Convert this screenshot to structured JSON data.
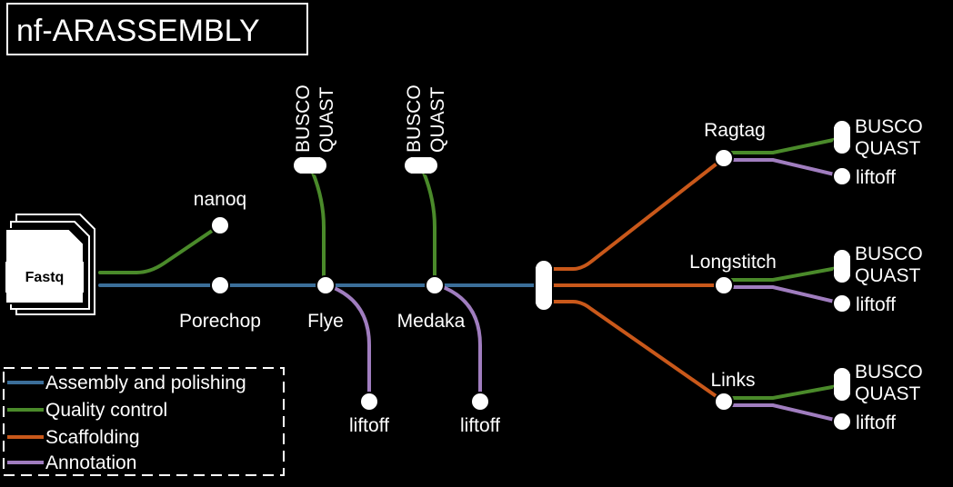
{
  "title": "nf-ARASSEMBLY",
  "colors": {
    "assembly": "#3b6e99",
    "qc": "#4a8a2a",
    "scaffolding": "#c9581a",
    "annotation": "#a07dbf"
  },
  "input": {
    "label": "Fastq",
    "icon": "document-stack-icon"
  },
  "nodes": {
    "nanoq": "nanoq",
    "porechop": "Porechop",
    "flye": "Flye",
    "medaka": "Medaka",
    "flye_busco": "BUSCO",
    "flye_quast": "QUAST",
    "medaka_busco": "BUSCO",
    "medaka_quast": "QUAST",
    "flye_liftoff": "liftoff",
    "medaka_liftoff": "liftoff",
    "ragtag": "Ragtag",
    "longstitch": "Longstitch",
    "links": "Links",
    "ragtag_busco": "BUSCO",
    "ragtag_quast": "QUAST",
    "ragtag_liftoff": "liftoff",
    "longstitch_busco": "BUSCO",
    "longstitch_quast": "QUAST",
    "longstitch_liftoff": "liftoff",
    "links_busco": "BUSCO",
    "links_quast": "QUAST",
    "links_liftoff": "liftoff"
  },
  "legend": [
    {
      "label": "Assembly and polishing",
      "color_key": "assembly"
    },
    {
      "label": "Quality control",
      "color_key": "qc"
    },
    {
      "label": "Scaffolding",
      "color_key": "scaffolding"
    },
    {
      "label": "Annotation",
      "color_key": "annotation"
    }
  ]
}
